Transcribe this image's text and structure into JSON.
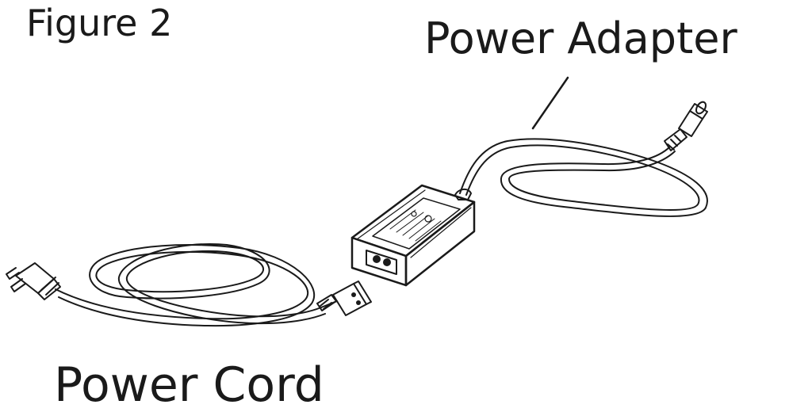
{
  "figure": {
    "title": "Figure 2"
  },
  "labels": {
    "power_adapter": "Power Adapter",
    "power_cord": "Power Cord"
  },
  "colors": {
    "line": "#1a1a1a",
    "background": "#ffffff"
  }
}
